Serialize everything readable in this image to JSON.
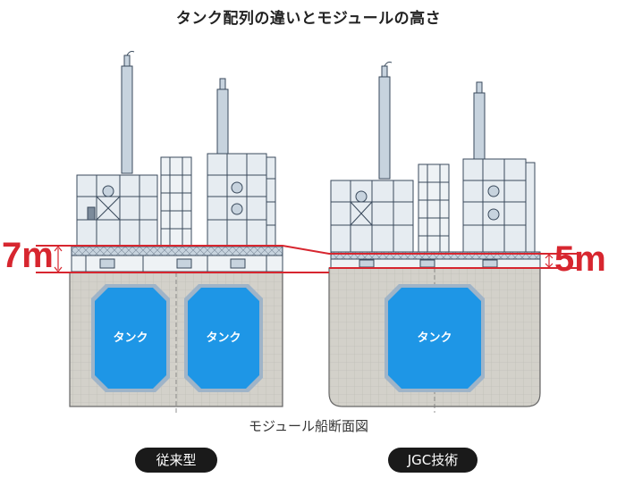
{
  "title": "タンク配列の違いとモジュールの高さ",
  "caption": "モジュール船断面図",
  "labels": {
    "conventional": "従来型",
    "jgc": "JGC技術",
    "height_conventional": "7m",
    "height_jgc": "5m",
    "tank": "タンク"
  },
  "colors": {
    "tank_fill": "#1e96e6",
    "tank_border": "#9fb4c8",
    "hull": "#d3d1ca",
    "accent": "#d7262f",
    "module_line": "#3a4a5c"
  }
}
